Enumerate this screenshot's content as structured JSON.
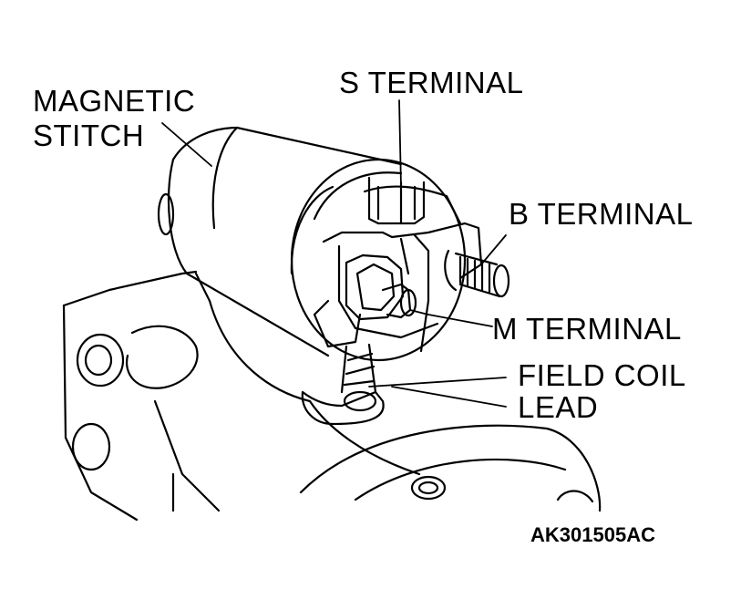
{
  "labels": {
    "magnetic_line1": "MAGNETIC",
    "magnetic_line2": "STITCH",
    "s_terminal": "S TERMINAL",
    "b_terminal": "B TERMINAL",
    "m_terminal": "M TERMINAL",
    "field_coil_line1": "FIELD COIL",
    "field_coil_line2": "LEAD"
  },
  "figure_code": "AK301505AC",
  "colors": {
    "ink": "#000000",
    "paper": "#ffffff"
  }
}
